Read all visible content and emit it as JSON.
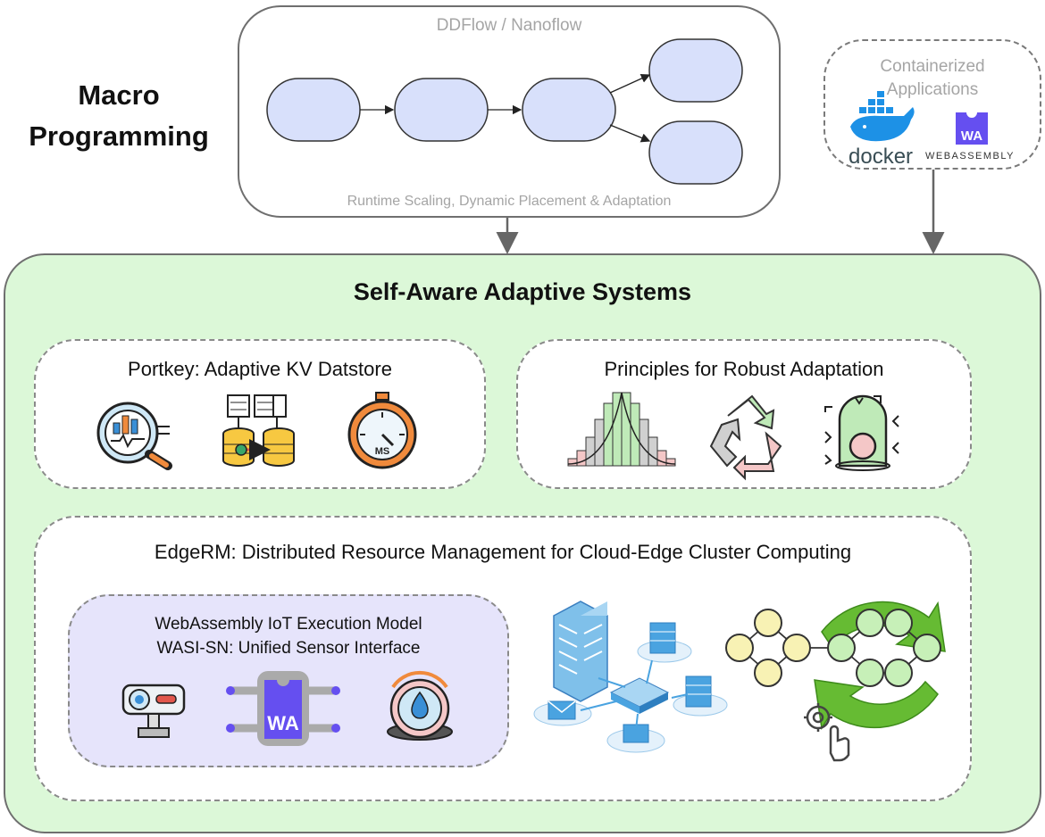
{
  "macro_label": [
    "Macro",
    "Programming"
  ],
  "ddflow": {
    "title": "DDFlow / Nanoflow",
    "caption": "Runtime Scaling, Dynamic Placement & Adaptation"
  },
  "containerized": {
    "title_lines": [
      "Containerized",
      "Applications"
    ],
    "docker_label": "docker",
    "wasm_logo_text": "WA",
    "wasm_label": "WEBASSEMBLY"
  },
  "self_aware": {
    "title": "Self-Aware Adaptive Systems"
  },
  "portkey": {
    "title": "Portkey: Adaptive KV Datstore",
    "icons": [
      "analytics-magnifier-icon",
      "database-migration-icon",
      "stopwatch-ms-icon"
    ],
    "stopwatch_text": "MS"
  },
  "principles": {
    "title": "Principles for Robust Adaptation",
    "icons": [
      "distribution-histogram-icon",
      "recycle-icon",
      "robust-capsule-icon"
    ]
  },
  "edgerm": {
    "title": "EdgeRM: Distributed Resource Management for Cloud-Edge Cluster Computing",
    "icons": [
      "cloud-edge-network-icon",
      "adaptive-graph-cycle-icon",
      "gear-hand-icon"
    ]
  },
  "wasm_iot": {
    "title_lines": [
      "WebAssembly IoT Execution Model",
      "WASI-SN: Unified Sensor Interface"
    ],
    "chip_text": "WA",
    "icons": [
      "sensor-camera-icon",
      "wasm-chip-icon",
      "water-gauge-icon"
    ]
  },
  "colors": {
    "node_fill": "#d8e0fb",
    "green_panel": "#dcf8d8",
    "purple_panel": "#e6e4fb",
    "wasm_purple": "#654ff0",
    "cycle_green": "#66bb33"
  }
}
